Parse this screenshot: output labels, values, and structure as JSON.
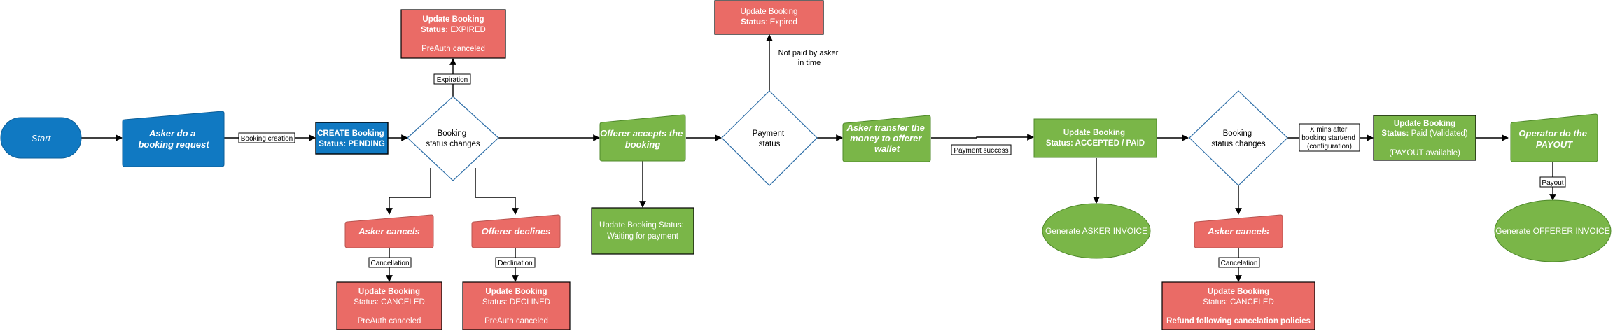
{
  "colors": {
    "blue": "#1079C2",
    "blue_dark": "#0B5E99",
    "red": "#EA6B66",
    "red_dark": "#B85450",
    "green": "#7AB648",
    "green_dark": "#4F8A2A",
    "diamond_stroke": "#2F6FA8"
  },
  "nodes": {
    "start": "Start",
    "asker_request": [
      "Asker do a",
      "booking request"
    ],
    "create_booking": [
      "CREATE Booking",
      "Status: PENDING"
    ],
    "status_changes_1": [
      "Booking",
      "status changes"
    ],
    "expired_1": {
      "title": "Update Booking",
      "status_label": "Status:",
      "status_value": "EXPIRED",
      "note": "PreAuth canceled"
    },
    "asker_cancels_1": "Asker cancels",
    "canceled_1": {
      "title": "Update Booking",
      "status": "Status: CANCELED",
      "note": "PreAuth canceled"
    },
    "offerer_declines": "Offerer declines",
    "declined": {
      "title": "Update Booking",
      "status": "Status: DECLINED",
      "note": "PreAuth canceled"
    },
    "offerer_accepts": [
      "Offerer accepts the",
      "booking"
    ],
    "waiting_payment": [
      "Update Booking Status:",
      "Waiting for payment"
    ],
    "payment_status": [
      "Payment",
      "status"
    ],
    "expired_2": {
      "title": "Update Booking",
      "status_label": "Status",
      "status_value": ": Expired"
    },
    "asker_transfer": [
      "Asker transfer the",
      "money to offerer",
      "wallet"
    ],
    "accepted_paid": [
      "Update Booking",
      "Status: ACCEPTED / PAID"
    ],
    "asker_invoice": "Generate ASKER INVOICE",
    "status_changes_2": [
      "Booking",
      "status changes"
    ],
    "asker_cancels_2": "Asker cancels",
    "canceled_2": {
      "title": "Update Booking",
      "status": "Status: CANCELED",
      "note": "Refund following cancelation policies"
    },
    "paid_validated": {
      "title": "Update Booking",
      "status_label": "Status:",
      "status_value": "Paid (Validated)",
      "note": "(PAYOUT available)"
    },
    "operator_payout": [
      "Operator do the",
      "PAYOUT"
    ],
    "offerer_invoice": "Generate OFFERER INVOICE"
  },
  "edge_labels": {
    "booking_creation": "Booking creation",
    "expiration": "Expiration",
    "cancellation": "Cancellation",
    "declination": "Declination",
    "not_paid": [
      "Not paid by asker",
      "in time"
    ],
    "payment_success": "Payment success",
    "x_mins": [
      "X mins after",
      "booking start/end",
      "(configuration)"
    ],
    "cancelation": "Cancelation",
    "payout": "Payout"
  }
}
